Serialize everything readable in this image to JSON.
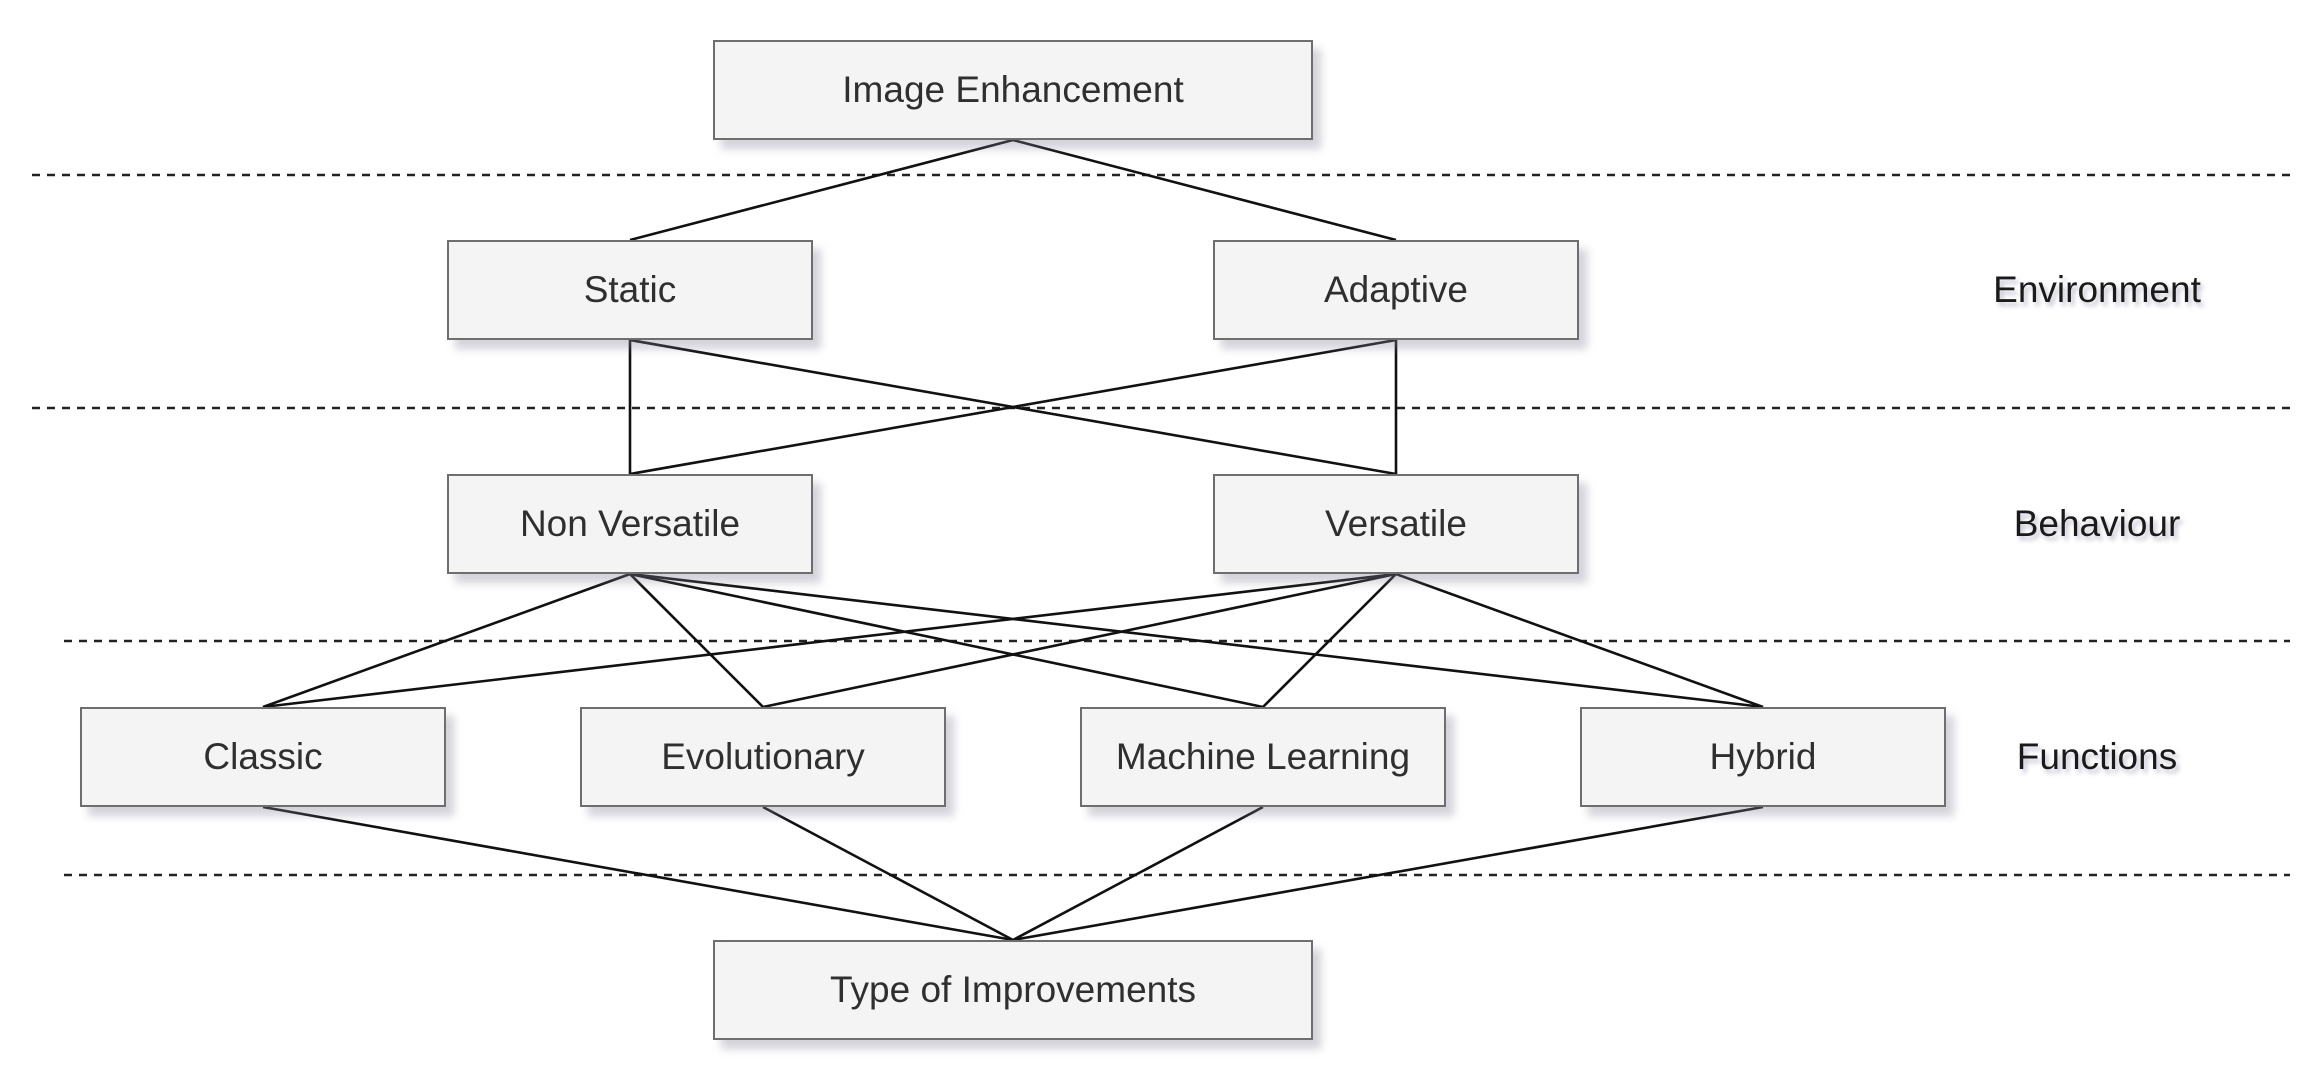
{
  "nodes": {
    "root": "Image Enhancement",
    "static": "Static",
    "adaptive": "Adaptive",
    "non_versatile": "Non Versatile",
    "versatile": "Versatile",
    "classic": "Classic",
    "evolutionary": "Evolutionary",
    "machine_learning": "Machine Learning",
    "hybrid": "Hybrid",
    "bottom": "Type of Improvements"
  },
  "layers": {
    "environment": "Environment",
    "behaviour": "Behaviour",
    "functions": "Functions"
  },
  "edges": [
    [
      "root",
      "static"
    ],
    [
      "root",
      "adaptive"
    ],
    [
      "static",
      "non_versatile"
    ],
    [
      "static",
      "versatile"
    ],
    [
      "adaptive",
      "non_versatile"
    ],
    [
      "adaptive",
      "versatile"
    ],
    [
      "non_versatile",
      "classic"
    ],
    [
      "non_versatile",
      "evolutionary"
    ],
    [
      "non_versatile",
      "machine_learning"
    ],
    [
      "non_versatile",
      "hybrid"
    ],
    [
      "versatile",
      "classic"
    ],
    [
      "versatile",
      "evolutionary"
    ],
    [
      "versatile",
      "machine_learning"
    ],
    [
      "versatile",
      "hybrid"
    ],
    [
      "classic",
      "bottom"
    ],
    [
      "evolutionary",
      "bottom"
    ],
    [
      "machine_learning",
      "bottom"
    ],
    [
      "hybrid",
      "bottom"
    ]
  ]
}
